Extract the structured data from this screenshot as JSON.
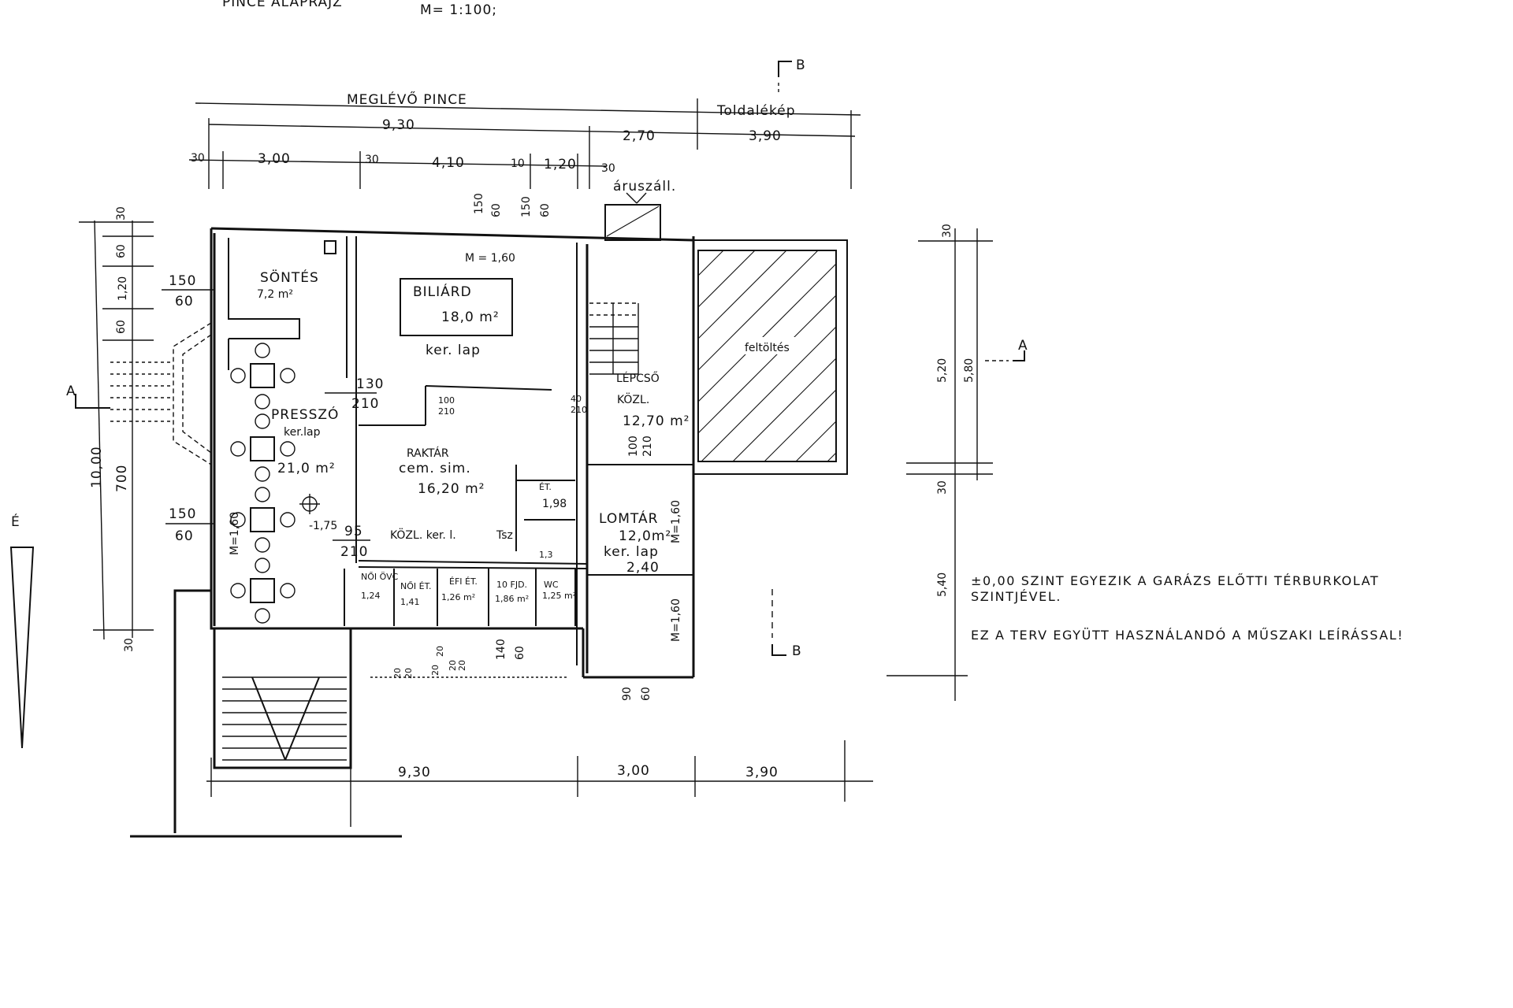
{
  "title": "PINCE ALAPRAJZ",
  "scale": "M= 1:100;",
  "top": {
    "existing": "MEGLÉVŐ PINCE",
    "annex": "Toldalékép",
    "d_total_a": "9,30",
    "d_total_b": "2,70",
    "d_total_c": "3,90",
    "segments": [
      "30",
      "3,00",
      "30",
      "4,10",
      "10",
      "1,20",
      "30"
    ],
    "delivery": "áruszáll.",
    "window_a": [
      "150",
      "60"
    ],
    "window_b": [
      "150",
      "60"
    ],
    "window_m": "M = 1,60"
  },
  "section_marks": {
    "a": "A",
    "b": "B"
  },
  "north": "É",
  "rooms": {
    "sontes": {
      "name": "SÖNTÉS",
      "area": "7,2 m²"
    },
    "biliard": {
      "name": "BILIÁRD",
      "area": "18,0 m²",
      "floor": "ker. lap"
    },
    "presszo": {
      "name": "PRESSZÓ",
      "floor": "ker.lap",
      "area": "21,0 m²"
    },
    "raktar": {
      "name": "RAKTÁR",
      "floor": "cem. sim.",
      "area": "16,20 m²"
    },
    "lepcso": {
      "name": "LÉPCSŐ",
      "sub": "KÖZL.",
      "area": "12,70 m²"
    },
    "lomtar": {
      "name": "LOMTÁR",
      "area": "12,0m²",
      "floor": "ker. lap",
      "height": "2,40"
    },
    "kozl": {
      "name": "KÖZL. ker. l.",
      "tsz": "Tsz"
    },
    "feltoltes": "feltöltés",
    "wc": [
      {
        "name": "NŐI ÖVC",
        "area": "1,24"
      },
      {
        "name": "NŐI ÉT.",
        "area": "1,41"
      },
      {
        "name": "ÉFI ÉT.",
        "area": "1,26 m²"
      },
      {
        "name": "10 FJD.",
        "area": "1,86 m²"
      },
      {
        "name": "WC",
        "area": "1,25 m²"
      }
    ],
    "et1": {
      "name": "ÉT.",
      "area": "1,98"
    },
    "et2": {
      "area": "1,3"
    }
  },
  "openings": {
    "d1": [
      "150",
      "60"
    ],
    "d2": [
      "130",
      "210"
    ],
    "d3": [
      "100",
      "210"
    ],
    "d4": [
      "40",
      "210"
    ],
    "d5": [
      "100",
      "210"
    ],
    "d6": [
      "150",
      "60"
    ],
    "d7": [
      "95",
      "210"
    ],
    "m1": "M=1,60",
    "m2": "M=1,60",
    "m3": "M=1,60",
    "d8": [
      "140",
      "60"
    ],
    "d9": [
      "90",
      "60"
    ],
    "d10": [
      "20",
      "20"
    ],
    "d11": [
      "20",
      "20"
    ],
    "d12": [
      "20",
      "20"
    ],
    "level": "-1,75"
  },
  "left_dims": {
    "v_total": "10,00",
    "v_700": "700",
    "v_segments": [
      "30",
      "60",
      "1,20",
      "60"
    ],
    "v_bottom": "30"
  },
  "right_dims": {
    "v_30a": "30",
    "v_520": "5,20",
    "v_580": "5,80",
    "v_30b": "30",
    "v_540": "5,40"
  },
  "bottom": {
    "d_a": "9,30",
    "d_b": "3,00",
    "d_c": "3,90"
  },
  "notes": {
    "line1": "±0,00 SZINT EGYEZIK A GARÁZS ELŐTTI TÉRBURKOLAT",
    "line2": "SZINTJÉVEL.",
    "line3": "EZ A TERV EGYÜTT HASZNÁLANDÓ A MŰSZAKI LEÍRÁSSAL!"
  }
}
